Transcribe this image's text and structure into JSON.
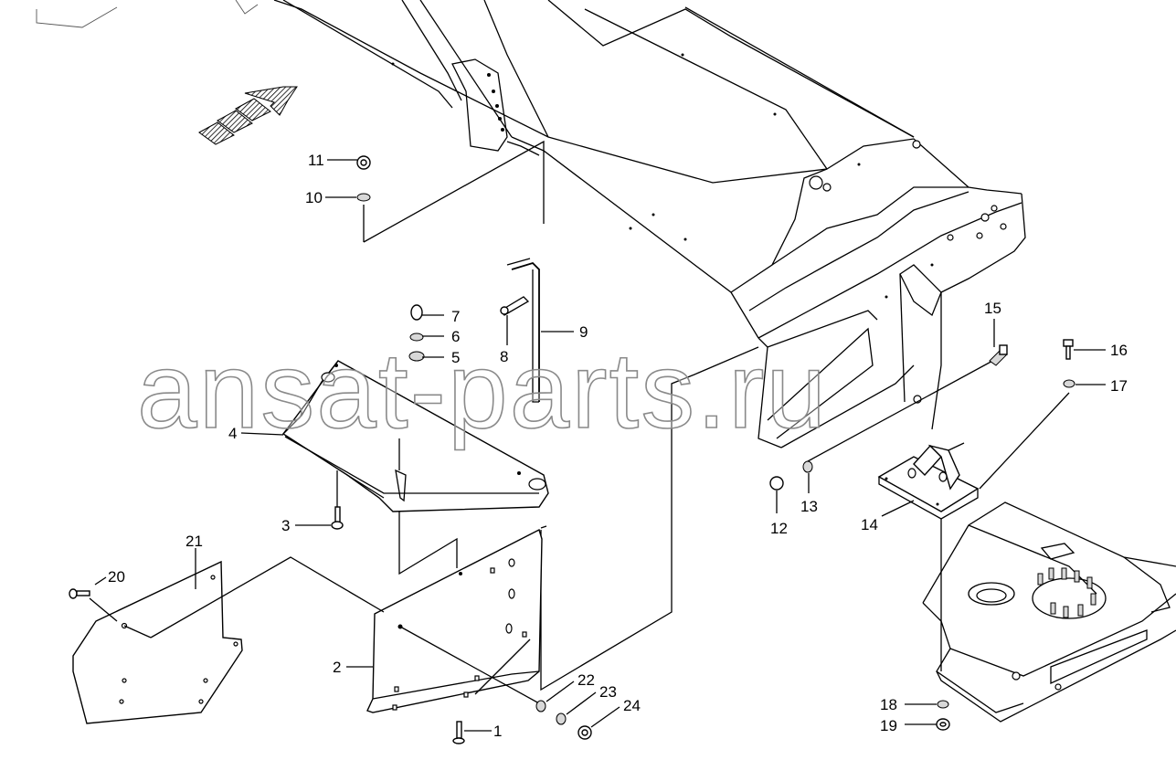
{
  "watermark": "ansat-parts.ru",
  "callouts": [
    {
      "id": "c1",
      "label": "1"
    },
    {
      "id": "c2",
      "label": "2"
    },
    {
      "id": "c3",
      "label": "3"
    },
    {
      "id": "c4",
      "label": "4"
    },
    {
      "id": "c5",
      "label": "5"
    },
    {
      "id": "c6",
      "label": "6"
    },
    {
      "id": "c7",
      "label": "7"
    },
    {
      "id": "c8",
      "label": "8"
    },
    {
      "id": "c9",
      "label": "9"
    },
    {
      "id": "c10",
      "label": "10"
    },
    {
      "id": "c11",
      "label": "11"
    },
    {
      "id": "c12",
      "label": "12"
    },
    {
      "id": "c13",
      "label": "13"
    },
    {
      "id": "c14",
      "label": "14"
    },
    {
      "id": "c15",
      "label": "15"
    },
    {
      "id": "c16",
      "label": "16"
    },
    {
      "id": "c17",
      "label": "17"
    },
    {
      "id": "c18",
      "label": "18"
    },
    {
      "id": "c19",
      "label": "19"
    },
    {
      "id": "c20",
      "label": "20"
    },
    {
      "id": "c21",
      "label": "21"
    },
    {
      "id": "c22",
      "label": "22"
    },
    {
      "id": "c23",
      "label": "23"
    },
    {
      "id": "c24",
      "label": "24"
    }
  ],
  "direction_arrow": {
    "icon": "travel-direction-arrow-icon"
  }
}
